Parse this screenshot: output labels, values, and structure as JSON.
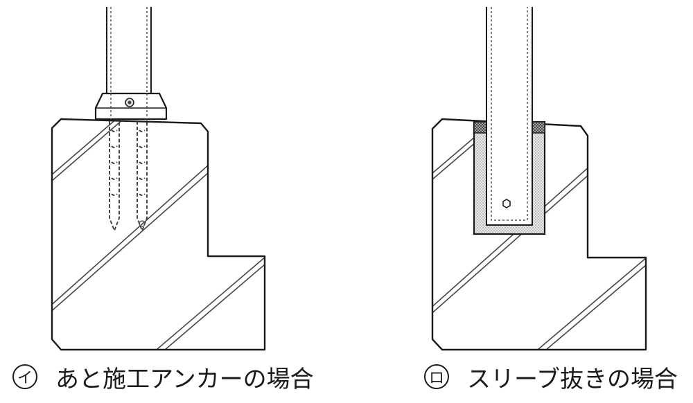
{
  "figures": [
    {
      "mark": "イ",
      "caption": "あと施工アンカーの場合"
    },
    {
      "mark": "ロ",
      "caption": "スリーブ抜きの場合"
    }
  ],
  "colors": {
    "line": "#1a1a1a",
    "grout_fill": "#e6e6e6",
    "background": "#ffffff"
  }
}
